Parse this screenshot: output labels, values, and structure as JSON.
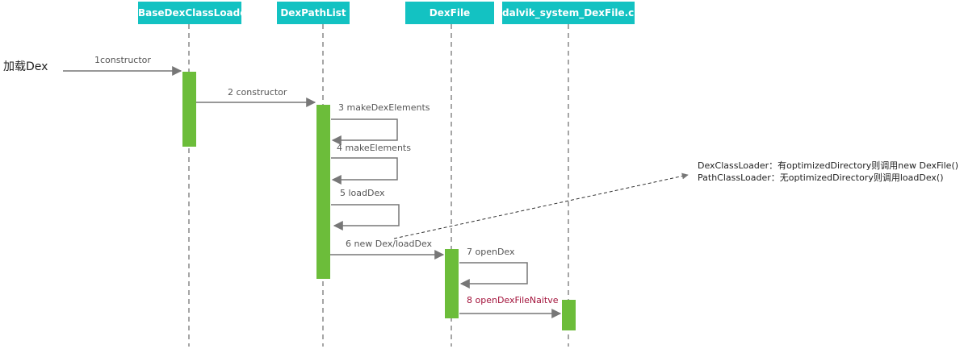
{
  "lifelines": [
    {
      "name": "BaseDexClassLoader"
    },
    {
      "name": "DexPathList"
    },
    {
      "name": "DexFile"
    },
    {
      "name": "dalvik_system_DexFile.cpp"
    }
  ],
  "actor": {
    "label": "加载Dex"
  },
  "messages": [
    {
      "label": "1constructor"
    },
    {
      "label": "2 constructor"
    },
    {
      "label": "3 makeDexElements"
    },
    {
      "label": "4 makeElements"
    },
    {
      "label": "5 loadDex"
    },
    {
      "label": "6 new Dex/loadDex"
    },
    {
      "label": "7 openDex"
    },
    {
      "label": "8 openDexFileNaitve"
    }
  ],
  "note": {
    "lines": [
      "DexClassLoader：有optimizedDirectory则调用new DexFile()",
      "PathClassLoader：无optimizedDirectory则调用loadDex()"
    ]
  },
  "colors": {
    "header": "#13c2c2",
    "activation": "#6cbd3a",
    "line": "#777777",
    "highlight_label": "#a3133b"
  }
}
